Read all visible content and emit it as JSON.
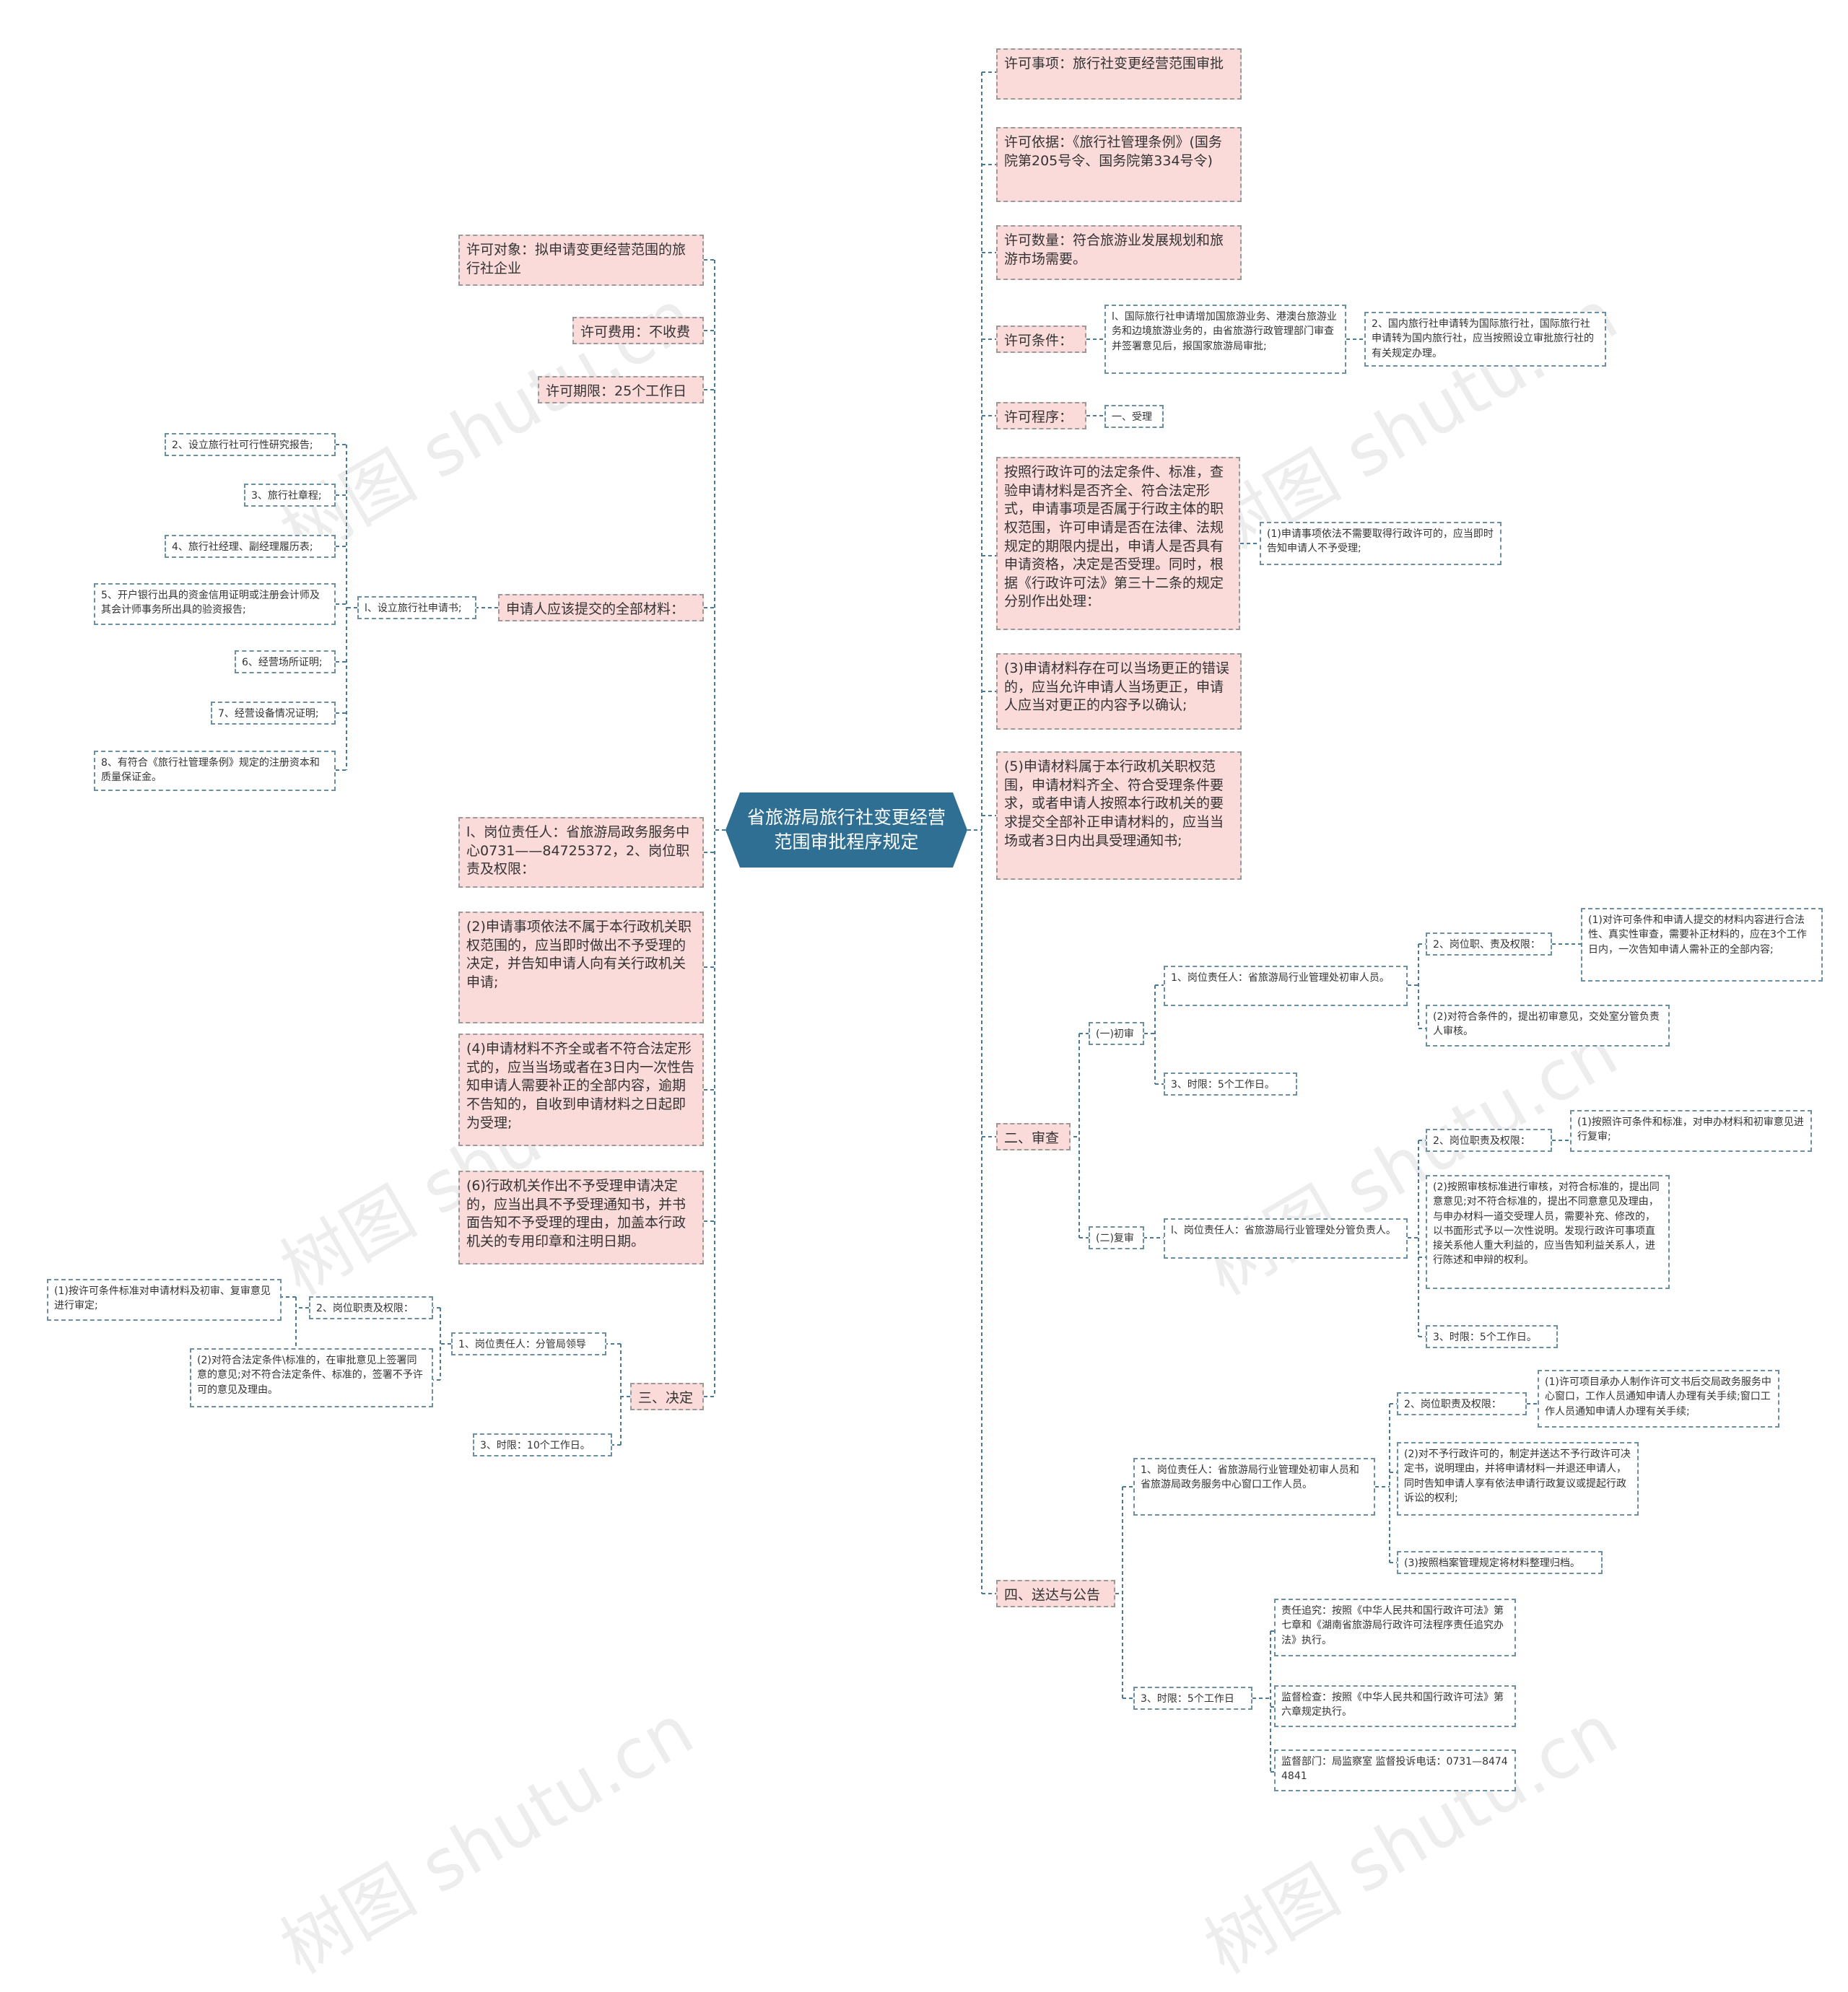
{
  "root": "省旅游局旅行社变更经营范围审批程序规定",
  "watermark": "树图 shutu.cn",
  "left": {
    "object": "许可对象：拟申请变更经营范围的旅行社企业",
    "fee": "许可费用：不收费",
    "period": "许可期限：25个工作日",
    "materials": "申请人应该提交的全部材料：",
    "materials_group": "l、设立旅行社申请书;",
    "materials_items": [
      "2、设立旅行社可行性研究报告;",
      "3、旅行社章程;",
      "4、旅行社经理、副经理履历表;",
      "5、开户银行出具的资金信用证明或注册会计师及其会计师事务所出具的验资报告;",
      "6、经营场所证明;",
      "7、经营设备情况证明;",
      "8、有符合《旅行社管理条例》规定的注册资本和质量保证金。"
    ],
    "post": "l、岗位责任人：省旅游局政务服务中心0731——84725372，2、岗位职责及权限：",
    "item2": "(2)申请事项依法不属于本行政机关职权范围的，应当即时做出不予受理的决定，并告知申请人向有关行政机关申请;",
    "item4": "(4)申请材料不齐全或者不符合法定形式的，应当当场或者在3日内一次性告知申请人需要补正的全部内容，逾期不告知的，自收到申请材料之日起即为受理;",
    "item6": "(6)行政机关作出不予受理申请决定的，应当出具不予受理通知书，并书面告知不予受理的理由，加盖本行政机关的专用印章和注明日期。",
    "decision": {
      "title": "三、决定",
      "person": "1、岗位责任人：分管局领导",
      "duty": "2、岗位职责及权限：",
      "d1": "(1)按许可条件标准对申请材料及初审、复审意见进行审定;",
      "d2": "(2)对符合法定条件\\标准的，在审批意见上签署同意的意见;对不符合法定条件、标准的，签署不予许可的意见及理由。",
      "time": "3、时限：10个工作日。"
    }
  },
  "right": {
    "matter": "许可事项：旅行社变更经营范围审批",
    "basis": "许可依据：《旅行社管理条例》(国务院第205号令、国务院第334号令)",
    "quantity": "许可数量：符合旅游业发展规划和旅游市场需要。",
    "condition": "许可条件：",
    "cond1": "l、国际旅行社申请增加国旅游业务、港澳台旅游业务和边境旅游业务的，由省旅游行政管理部门审查并签署意见后，报国家旅游局审批;",
    "cond2": "2、国内旅行社申请转为国际旅行社，国际旅行社申请转为国内旅行社，应当按照设立审批旅行社的有关规定办理。",
    "procedure": "许可程序：",
    "accept": "一、受理",
    "handling": "按照行政许可的法定条件、标准，查验申请材料是否齐全、符合法定形式，申请事项是否属于行政主体的职权范围，许可申请是否在法律、法规规定的期限内提出，申请人是否具有申请资格，决定是否受理。同时，根据《行政许可法》第三十二条的规定分别作出处理：",
    "handling1": "(1)申请事项依法不需要取得行政许可的，应当即时告知申请人不予受理;",
    "item3": "(3)申请材料存在可以当场更正的错误的，应当允许申请人当场更正，申请人应当对更正的内容予以确认;",
    "item5": "(5)申请材料属于本行政机关职权范围，申请材料齐全、符合受理条件要求，或者申请人按照本行政机关的要求提交全部补正申请材料的，应当当场或者3日内出具受理通知书;",
    "review": {
      "title": "二、审查",
      "first": "(一)初审",
      "first_person": "1、岗位责任人：省旅游局行业管理处初审人员。",
      "first_duty": "2、岗位职、责及权限：",
      "first_d1": "(1)对许可条件和申请人提交的材料内容进行合法性、真实性审查，需要补正材料的，应在3个工作日内，一次告知申请人需补正的全部内容;",
      "first_d2": "(2)对符合条件的，提出初审意见，交处室分管负责人审核。",
      "first_time": "3、时限：5个工作日。",
      "second": "(二)复审",
      "second_person": "l、岗位责任人：省旅游局行业管理处分管负责人。",
      "second_duty": "2、岗位职责及权限：",
      "second_d1": "(1)按照许可条件和标准，对申办材料和初审意见进行复审;",
      "second_d2": "(2)按照审核标准进行审核，对符合标准的，提出同意意见;对不符合标准的，提出不同意意见及理由，与申办材料一道交受理人员，需要补充、修改的，以书面形式予以一次性说明。发现行政许可事项直接关系他人重大利益的，应当告知利益关系人，进行陈述和申辩的权利。",
      "second_time": "3、时限：5个工作日。"
    },
    "delivery": {
      "title": "四、送达与公告",
      "person": "1、岗位责任人：省旅游局行业管理处初审人员和省旅游局政务服务中心窗口工作人员。",
      "duty": "2、岗位职责及权限：",
      "d1": "(1)许可项目承办人制作许可文书后交局政务服务中心窗口，工作人员通知申请人办理有关手续;窗口工作人员通知申请人办理有关手续;",
      "d2": "(2)对不予行政许可的，制定并送达不予行政许可决定书，说明理由，并将申请材料一并退还申请人，同时告知申请人享有依法申请行政复议或提起行政诉讼的权利;",
      "d3": "(3)按照档案管理规定将材料整理归档。",
      "time": "3、时限：5个工作日",
      "t1": "责任追究：按照《中华人民共和国行政许可法》第七章和《湖南省旅游局行政许可法程序责任追究办法》执行。",
      "t2": "监督检查：按照《中华人民共和国行政许可法》第六章规定执行。",
      "t3": "监督部门：局监察室 监督投诉电话：0731—84744841"
    }
  }
}
